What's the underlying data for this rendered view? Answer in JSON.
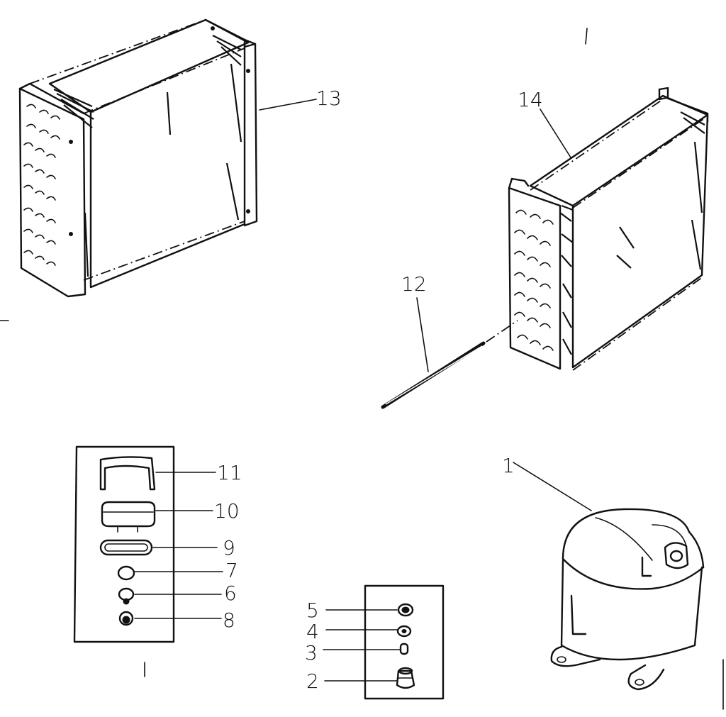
{
  "callouts": [
    {
      "id": "13",
      "label": "13"
    },
    {
      "id": "14",
      "label": "14"
    },
    {
      "id": "12",
      "label": "12"
    },
    {
      "id": "11",
      "label": "11"
    },
    {
      "id": "10",
      "label": "10"
    },
    {
      "id": "9",
      "label": "9"
    },
    {
      "id": "7",
      "label": "7"
    },
    {
      "id": "6",
      "label": "6"
    },
    {
      "id": "8",
      "label": "8"
    },
    {
      "id": "5",
      "label": "5"
    },
    {
      "id": "4",
      "label": "4"
    },
    {
      "id": "3",
      "label": "3"
    },
    {
      "id": "2",
      "label": "2"
    },
    {
      "id": "1",
      "label": "1"
    }
  ]
}
